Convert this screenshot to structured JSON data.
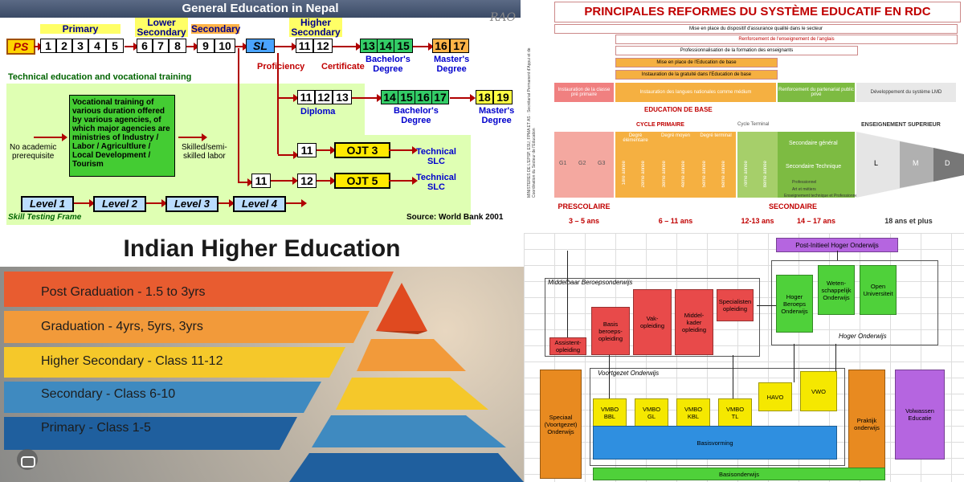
{
  "nepal": {
    "title": "General Education in Nepal",
    "rao": "RAO",
    "headers": {
      "primary": "Primary",
      "lower_secondary": "Lower\nSecondary",
      "secondary": "Secondary",
      "higher_secondary": "Higher\nSecondary"
    },
    "ps": "PS",
    "primary_grades": [
      "1",
      "2",
      "3",
      "4",
      "5"
    ],
    "lower_grades": [
      "6",
      "7",
      "8"
    ],
    "sec_grades": [
      "9",
      "10"
    ],
    "sl": "SL",
    "hs_grades": [
      "11",
      "12"
    ],
    "bachelor_grades": [
      "13",
      "14",
      "15"
    ],
    "master_grades": [
      "16",
      "17"
    ],
    "proficiency": "Proficiency",
    "certificate": "Certificate",
    "bachelor": "Bachelor's\nDegree",
    "master": "Master's\nDegree",
    "tech_title": "Technical education and vocational training",
    "diploma_grades": [
      "11",
      "12",
      "13"
    ],
    "diploma": "Diploma",
    "bachelor2_grades": [
      "14",
      "15",
      "16",
      "17"
    ],
    "master2_grades": [
      "18",
      "19"
    ],
    "vocational": "Vocational training of various duration offered by various agencies, of which major agencies are ministries of Industry / Labor / Agricultlure / Local Development / Tourism",
    "no_academic": "No academic\nprerequisite",
    "skilled": "Skilled/semi-\nskilled labor",
    "b11": "11",
    "ojt3": "OJT 3",
    "tslc": "Technical\nSLC",
    "b11b": "11",
    "b12": "12",
    "ojt5": "OJT 5",
    "tslc2": "Technical\nSLC",
    "levels": [
      "Level 1",
      "Level 2",
      "Level 3",
      "Level 4"
    ],
    "skill_frame": "Skill Testing Frame",
    "source": "Source: World Bank 2001"
  },
  "rdc": {
    "title": "PRINCIPALES REFORMES DU SYSTÈME EDUCATIF EN RDC",
    "side": "MINISTERES DE L'EPSP, ESU, FPMA ET AS · Secrétariat Permanent d'Appui et de Coordination du Secteur de l'Education",
    "bars": [
      "Mise en place du dispositif d'assurance qualité dans le secteur",
      "Renforcement de l'enseignement de l'anglais",
      "Professionnalisation de la formation des enseignants",
      "Mise en place de l'Education de base",
      "Instauration de la gratuité dans l'Education de base"
    ],
    "reforms": [
      "Instauration de la classe pré primaire",
      "Instauration des langues nationales comme médium",
      "Renforcement du partenariat public privé",
      "Développement du système LMD"
    ],
    "edu_base": "EDUCATION DE BASE",
    "cycle_primaire": "CYCLE PRIMAIRE",
    "cycle_terminal": "Cycle Terminal",
    "ens_sup": "ENSEIGNEMENT SUPERIEUR",
    "degres": [
      "Degré élémentaire",
      "Degré moyen",
      "Degré terminal"
    ],
    "g": [
      "G1",
      "G2",
      "G3"
    ],
    "annees": [
      "1ère année",
      "2ème année",
      "3ème année",
      "4ème année",
      "5ème année",
      "6ème année",
      "7ème année",
      "8ème année"
    ],
    "sec_general": "Secondaire général",
    "sec_tech": "Secondaire Technique",
    "pro": "Professionnel",
    "arts": "Art et métiers",
    "etp": "Enseignement technique et Professionnel",
    "lmd": [
      "L",
      "M",
      "D"
    ],
    "levels": [
      "PRESCOLAIRE",
      "SECONDAIRE"
    ],
    "ages": [
      "3 – 5 ans",
      "6 – 11 ans",
      "12-13 ans",
      "14 – 17 ans",
      "18 ans et plus"
    ],
    "colors": {
      "red": "#c0392b",
      "salmon": "#f4a582",
      "orange": "#f5b041",
      "yellow": "#f9e79f",
      "green": "#7dbb42",
      "grey": "#999999"
    }
  },
  "india": {
    "title": "Indian Higher Education",
    "bands": [
      {
        "label": "Post Graduation - 1.5 to 3yrs",
        "color": "#e85c30"
      },
      {
        "label": "Graduation - 4yrs, 5yrs, 3yrs",
        "color": "#f29a3a"
      },
      {
        "label": "Higher Secondary - Class 11-12",
        "color": "#f5c82a"
      },
      {
        "label": "Secondary - Class 6-10",
        "color": "#3f8ac0"
      },
      {
        "label": "Primary - Class 1-5",
        "color": "#1f5f9e"
      }
    ]
  },
  "dutch": {
    "post": "Post-Initieel Hoger Onderwijs",
    "mbo": "Middelbaar Beroepsonderwijs",
    "assistent": "Assistent-\nopleiding",
    "basis": "Basis\nberoeps-\nopleiding",
    "vak": "Vak-\nopleiding",
    "middel": "Middel-\nkader\nopleiding",
    "special": "Specialisten\nopleiding",
    "hbo": "Hoger\nBeroeps\nOnderwijs",
    "wo": "Weten-\nschappelijk\nOnderwijs",
    "ou": "Open\nUniversiteit",
    "hoger": "Hoger Onderwijs",
    "vo": "Voortgezet Onderwijs",
    "speciaal": "Speciaal\n(Voortgezet)\nOnderwijs",
    "vmbo": [
      "VMBO\nBBL",
      "VMBO\nGL",
      "VMBO\nKBL",
      "VMBO\nTL"
    ],
    "havo": "HAVO",
    "vwo": "VWO",
    "praktijk": "Praktijk\nonderwijs",
    "volwassen": "Volwassen\nEducatie",
    "basisvorming": "Basisvorming",
    "basisonderwijs": "Basisonderwijs"
  }
}
